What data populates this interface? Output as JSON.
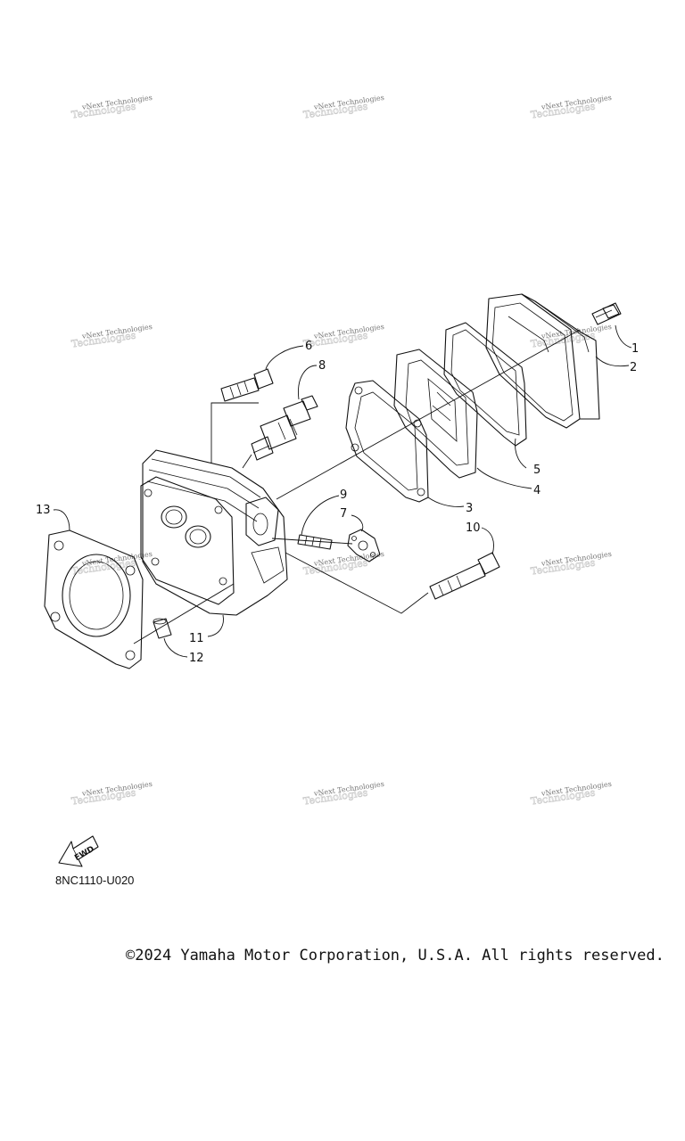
{
  "diagram": {
    "code": "8NC1110-U020",
    "copyright": "©2024 Yamaha Motor Corporation, U.S.A. All rights reserved.",
    "fwd_label": "FWD",
    "watermark_text": "vNext Technologies",
    "callouts": [
      "1",
      "2",
      "3",
      "4",
      "5",
      "6",
      "7",
      "8",
      "9",
      "10",
      "11",
      "12",
      "13"
    ]
  }
}
